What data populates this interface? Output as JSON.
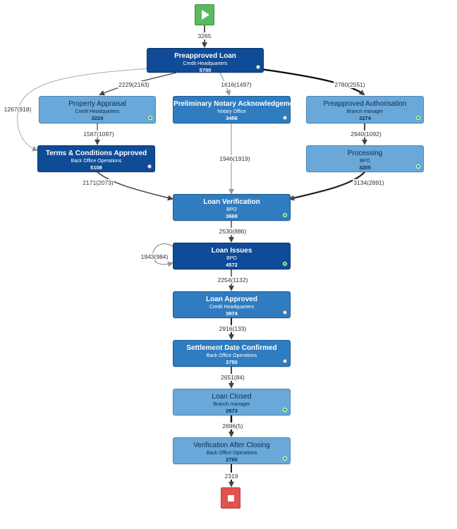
{
  "nodes": {
    "preapproved_loan": {
      "title": "Preapproved Loan",
      "sub": "Credit Headquarters",
      "count": "5700"
    },
    "property_appraisal": {
      "title": "Property Appraisal",
      "sub": "Credit Headquarters",
      "count": "3224"
    },
    "notary": {
      "title": "Preliminary Notary Acknowledgement",
      "sub": "Notary Office",
      "count": "3456"
    },
    "preapproved_auth": {
      "title": "Preapproved Authorisation",
      "sub": "Branch manager",
      "count": "3274"
    },
    "terms": {
      "title": "Terms & Conditions Approved",
      "sub": "Back Office Operations",
      "count": "5108"
    },
    "processing": {
      "title": "Processing",
      "sub": "BPO",
      "count": "3205"
    },
    "loan_verification": {
      "title": "Loan Verification",
      "sub": "BPO",
      "count": "3669"
    },
    "loan_issues": {
      "title": "Loan Issues",
      "sub": "BPO",
      "count": "4572"
    },
    "loan_approved": {
      "title": "Loan Approved",
      "sub": "Credit Headquarters",
      "count": "3974"
    },
    "settlement": {
      "title": "Settlement Date Confirmed",
      "sub": "Back Office Operations",
      "count": "3750"
    },
    "loan_closed": {
      "title": "Loan Closed",
      "sub": "Branch manager",
      "count": "2873"
    },
    "verification_after": {
      "title": "Verification After Closing",
      "sub": "Back Office Operations",
      "count": "2760"
    }
  },
  "edges": {
    "start_to_preapproved": "3265",
    "preapproved_to_appraisal": "2229(2163)",
    "preapproved_to_notary": "1616(1497)",
    "preapproved_to_auth": "2780(2551)",
    "preapproved_to_terms": "1267(918)",
    "appraisal_to_terms": "1587(1097)",
    "auth_to_processing": "2940(1092)",
    "notary_to_verification": "1946(1919)",
    "terms_to_verification": "2171(2073)",
    "processing_to_verification": "3134(2891)",
    "verification_to_issues": "2530(886)",
    "issues_self_loop": "1943(984)",
    "issues_to_approved": "2254(1132)",
    "approved_to_settlement": "2916(133)",
    "settlement_to_closed": "2651(84)",
    "closed_to_verification_after": "2696(5)",
    "verification_after_to_end": "2319"
  },
  "colors": {
    "dark_node": "#0f4b97",
    "mid_node": "#2f7cc0",
    "light_node": "#69a8d8",
    "start": "#59b95f",
    "end": "#e2534f",
    "status_green": "#32b532"
  },
  "icons": {
    "start": "play-icon",
    "end": "stop-icon"
  }
}
